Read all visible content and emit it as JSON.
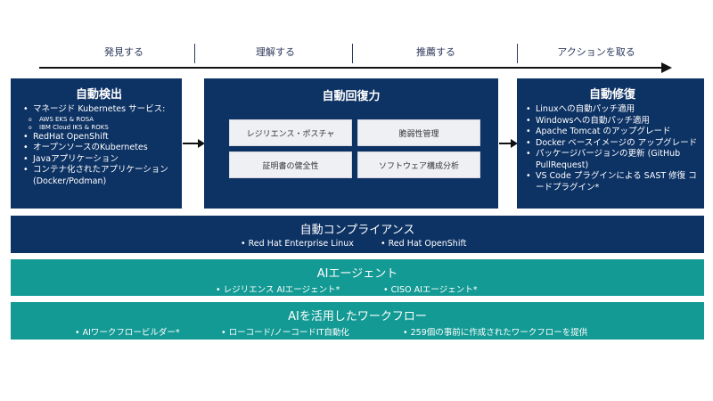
{
  "timeline": {
    "phases": [
      "発見する",
      "理解する",
      "推薦する",
      "アクションを取る"
    ]
  },
  "detect": {
    "title": "自動検出",
    "items": [
      "マネージド Kubernetes サービス:",
      "RedHat OpenShift",
      "オープンソースのKubernetes",
      "Javaアプリケーション",
      "コンテナ化されたアプリケーション (Docker/Podman)"
    ],
    "subitems": [
      "AWS EKS & ROSA",
      "IBM Cloud IKS & ROKS"
    ]
  },
  "resilience": {
    "title": "自動回復力",
    "cells": [
      "レジリエンス・ポスチャ",
      "脆弱性管理",
      "証明書の健全性",
      "ソフトウェア構成分析"
    ]
  },
  "remediate": {
    "title": "自動修復",
    "items": [
      "Linuxへの自動パッチ適用",
      "Windowsへの自動パッチ適用",
      "Apache Tomcat のアップグレード",
      "Docker ベースイメージの アップグレード",
      "パッケージバージョンの更新 (GitHub PullRequest)",
      "VS Code プラグインによる SAST 修復 コードプラグイン*"
    ]
  },
  "compliance": {
    "title": "自動コンプライアンス",
    "items": [
      "Red Hat Enterprise Linux",
      "Red Hat OpenShift"
    ]
  },
  "agents": {
    "title": "AIエージェント",
    "items": [
      "レジリエンス AIエージェント*",
      "CISO AIエージェント*"
    ]
  },
  "workflow": {
    "title": "AIを活用したワークフロー",
    "items": [
      "AIワークフロービルダー*",
      "ローコード/ノーコードIT自動化",
      "259個の事前に作成されたワークフローを提供"
    ]
  },
  "colors": {
    "navy": "#0d3264",
    "teal": "#139a94",
    "cell": "#eef0f3"
  }
}
